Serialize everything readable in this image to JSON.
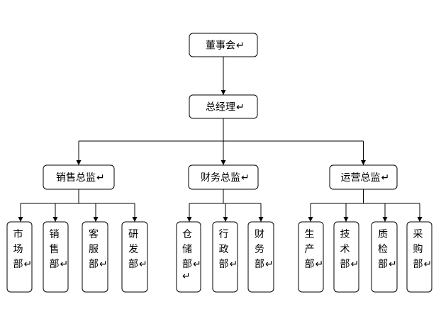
{
  "paragraph_mark": "↵",
  "root": {
    "id": "board",
    "label": "董事会",
    "children": [
      {
        "id": "gm",
        "label": "总经理",
        "children": [
          {
            "id": "sales-director",
            "label": "销售总监",
            "children": [
              {
                "id": "marketing",
                "label": "市场部"
              },
              {
                "id": "sales",
                "label": "销售部"
              },
              {
                "id": "customer-service",
                "label": "客服部"
              },
              {
                "id": "rnd",
                "label": "研发部"
              }
            ]
          },
          {
            "id": "finance-director",
            "label": "财务总监",
            "children": [
              {
                "id": "warehouse",
                "label": "仓储部",
                "extra_mark": true
              },
              {
                "id": "admin",
                "label": "行政部"
              },
              {
                "id": "finance",
                "label": "财务部"
              }
            ]
          },
          {
            "id": "operations-director",
            "label": "运营总监",
            "children": [
              {
                "id": "production",
                "label": "生产部"
              },
              {
                "id": "technology",
                "label": "技术部"
              },
              {
                "id": "quality",
                "label": "质检部"
              },
              {
                "id": "purchasing",
                "label": "采购部"
              }
            ]
          }
        ]
      }
    ]
  }
}
